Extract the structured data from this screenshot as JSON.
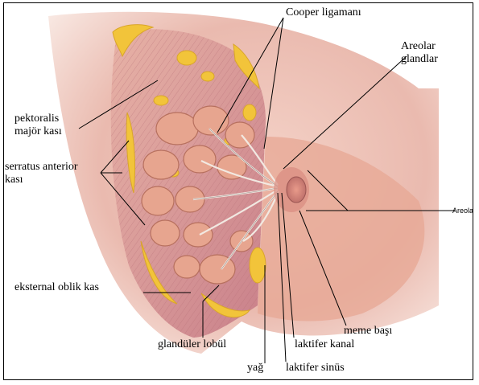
{
  "labels": {
    "cooper": "Cooper ligamanı",
    "areolar_1": "Areolar",
    "areolar_2": "glandlar",
    "pektoralis_1": "pektoralis",
    "pektoralis_2": "majör kası",
    "serratus_1": "serratus anterior",
    "serratus_2": "kası",
    "areola": "Areola",
    "eksternal": "eksternal oblik kas",
    "meme_basi": "meme başı",
    "glanduler": "glandüler lobül",
    "laktifer_kanal": "laktifer kanal",
    "yag": "yağ",
    "laktifer_sinus": "laktifer sinüs"
  },
  "colors": {
    "skin": "#e8b4a4",
    "muscle": "#d8909a",
    "fat": "#f2c43a",
    "lobule": "#e7a58f",
    "leader": "#000000"
  }
}
